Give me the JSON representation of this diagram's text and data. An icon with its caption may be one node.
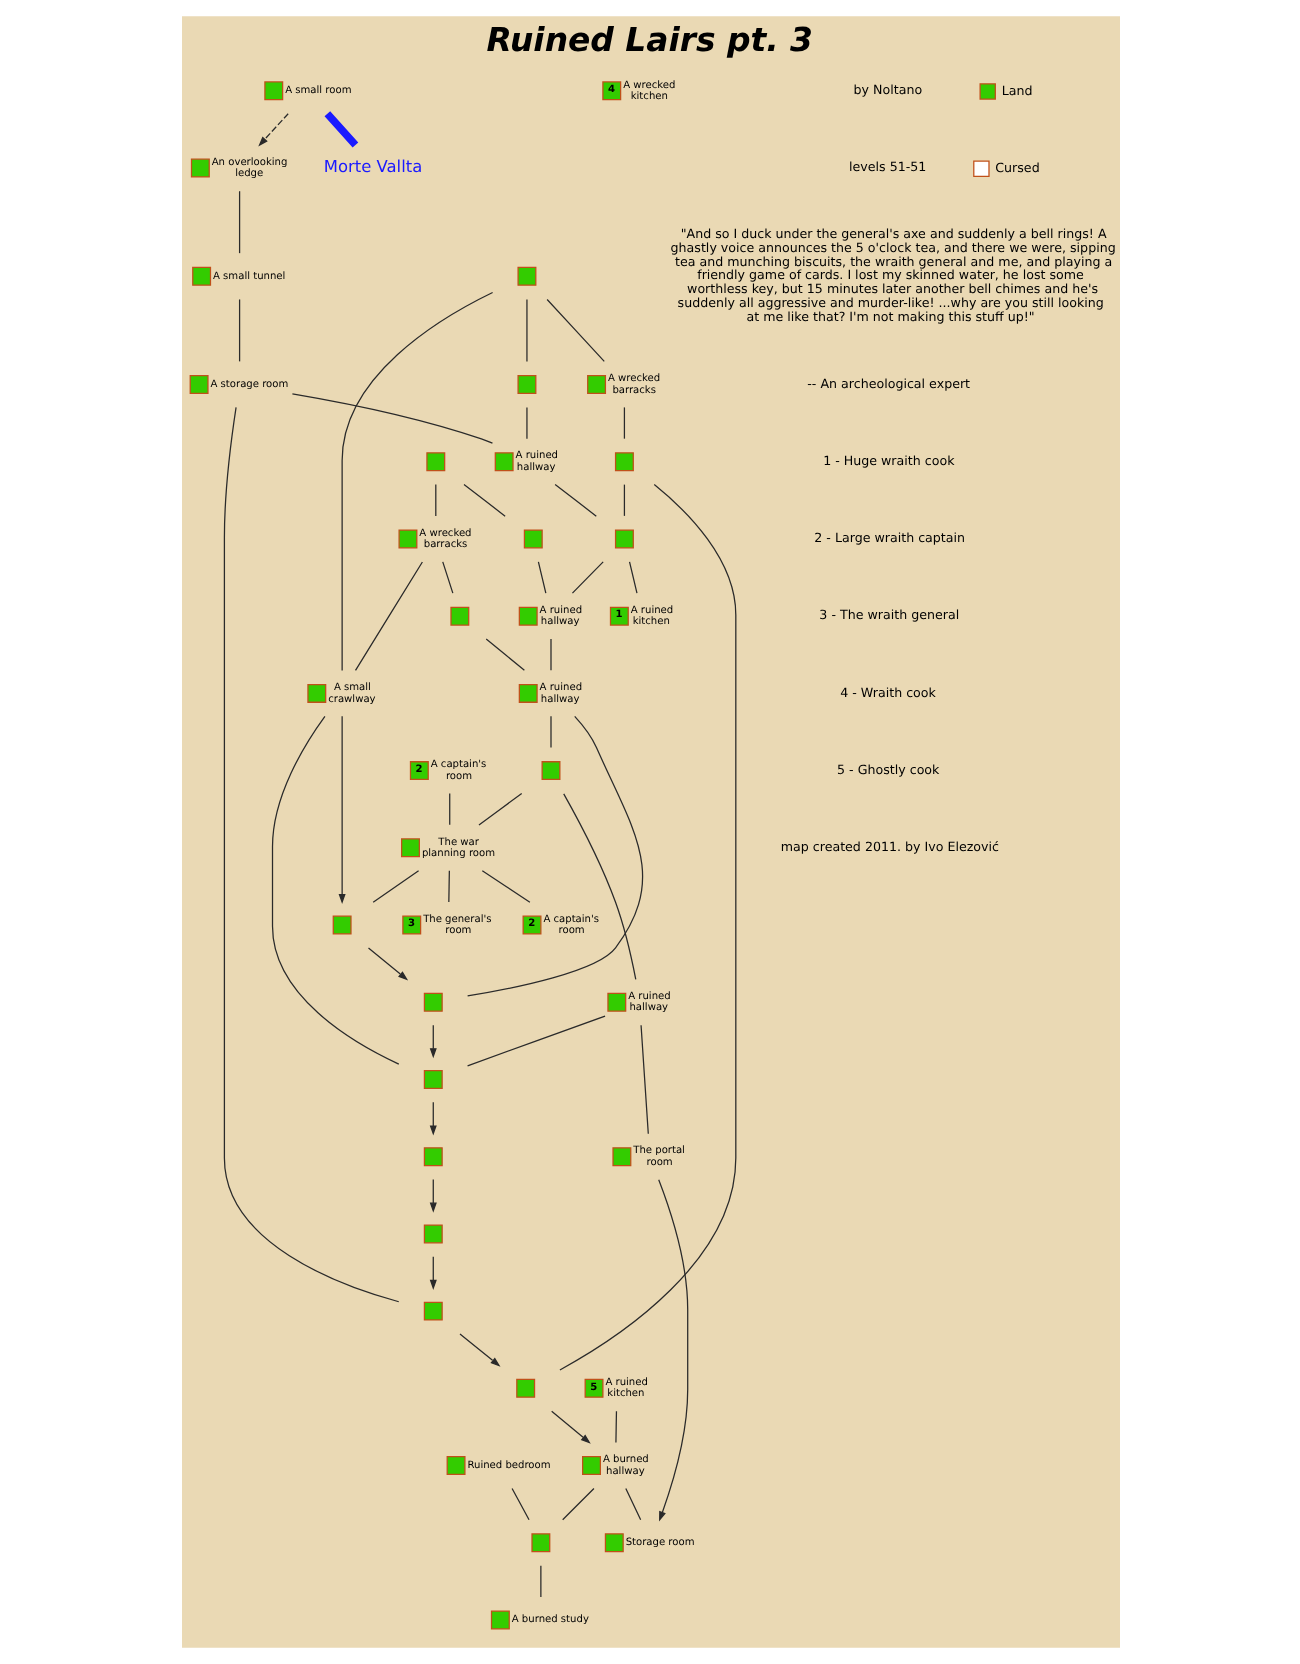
{
  "diagram": {
    "title": "Ruined Lairs pt. 3",
    "nodes": [
      {
        "text": [],
        "shape": "box",
        "beside": [
          "A small room"
        ]
      },
      {
        "text": [],
        "shape": "box",
        "beside": [
          "An overlooking ledge"
        ]
      },
      {
        "text": [],
        "shape": "box",
        "beside": [
          "A small tunnel"
        ]
      },
      {
        "text": [],
        "shape": "box",
        "beside": [
          "A storage room"
        ]
      },
      {
        "text": [],
        "shape": "box"
      },
      {
        "text": [],
        "shape": "box"
      },
      {
        "text": [],
        "shape": "box",
        "beside": [
          "A ruined hallway"
        ]
      },
      {
        "text": [],
        "shape": "box",
        "beside": [
          "A wrecked barracks"
        ]
      },
      {
        "text": [],
        "shape": "box"
      },
      {
        "text": [],
        "shape": "box"
      },
      {
        "text": [
          "1"
        ],
        "beside": [
          "A ruined kitchen"
        ]
      },
      {
        "text": [],
        "shape": "box"
      },
      {
        "text": [],
        "shape": "box"
      },
      {
        "text": [],
        "shape": "box",
        "beside": [
          "A ruined hallway"
        ]
      },
      {
        "text": [],
        "shape": "box",
        "beside": [
          "A wrecked barracks"
        ]
      },
      {
        "text": [],
        "shape": "box"
      },
      {
        "text": [],
        "shape": "box",
        "beside": [
          "A ruined hallway"
        ]
      },
      {
        "text": [
          "2"
        ],
        "beside": [
          "A captain's room"
        ]
      },
      {
        "text": [],
        "shape": "box"
      },
      {
        "text": [],
        "shape": "box",
        "beside": [
          "The war planning room"
        ]
      },
      {
        "text": [
          "3"
        ],
        "beside": [
          "The general's room"
        ]
      },
      {
        "text": [],
        "shape": "box",
        "beside": [
          "A ruined hallway"
        ]
      },
      {
        "text": [],
        "shape": "box",
        "beside": [
          "The portal room"
        ]
      },
      {
        "text": [
          "2"
        ],
        "beside": [
          "A captain's room"
        ]
      },
      {
        "text": [
          "4"
        ],
        "beside": [
          "A wrecked kitchen"
        ]
      },
      {
        "text": [],
        "shape": "box"
      },
      {
        "text": [],
        "shape": "box"
      },
      {
        "text": [],
        "shape": "box",
        "beside": [
          "A small crawlway"
        ]
      },
      {
        "text": [],
        "shape": "box"
      },
      {
        "text": [],
        "shape": "box"
      },
      {
        "text": [],
        "shape": "box"
      },
      {
        "text": [],
        "shape": "box"
      },
      {
        "text": [],
        "shape": "box"
      },
      {
        "text": [
          "5"
        ],
        "beside": [
          "A ruined kitchen"
        ]
      },
      {
        "text": [],
        "shape": "box",
        "beside": [
          "Ruined bedroom"
        ]
      },
      {
        "text": [],
        "shape": "box",
        "beside": [
          "A burned hallway"
        ]
      },
      {
        "text": [],
        "shape": "box"
      },
      {
        "text": [],
        "shape": "box",
        "beside": [
          "A burned study"
        ]
      },
      {
        "text": [],
        "shape": "box",
        "beside": [
          "Storage room"
        ]
      },
      {
        "text": [
          "Morte Vallta"
        ]
      }
    ],
    "edges": [
      {
        "from": 0,
        "to": 1,
        "arrow": "to",
        "style": "dashed"
      },
      {
        "from": 0,
        "to": 39,
        "arrow": "none",
        "style": "thick",
        "color": "#1a1aff"
      },
      {
        "from": 1,
        "to": 2,
        "arrow": "none"
      },
      {
        "from": 2,
        "to": 3,
        "arrow": "none"
      },
      {
        "from": 3,
        "to": 6,
        "arrow": "none"
      },
      {
        "from": 4,
        "to": 5,
        "arrow": "none"
      },
      {
        "from": 5,
        "to": 6,
        "arrow": "none"
      },
      {
        "from": 4,
        "to": 7,
        "arrow": "none"
      },
      {
        "from": 6,
        "to": 9,
        "arrow": "none"
      },
      {
        "from": 7,
        "to": 8,
        "arrow": "none"
      },
      {
        "from": 8,
        "to": 9,
        "arrow": "none"
      },
      {
        "from": 9,
        "to": 10,
        "arrow": "none"
      },
      {
        "from": 9,
        "to": 13,
        "arrow": "none"
      },
      {
        "from": 11,
        "to": 12,
        "arrow": "none"
      },
      {
        "from": 12,
        "to": 13,
        "arrow": "none"
      },
      {
        "from": 11,
        "to": 14,
        "arrow": "none"
      },
      {
        "from": 13,
        "to": 16,
        "arrow": "none"
      },
      {
        "from": 14,
        "to": 15,
        "arrow": "none"
      },
      {
        "from": 15,
        "to": 16,
        "arrow": "none"
      },
      {
        "from": 16,
        "to": 18,
        "arrow": "none"
      },
      {
        "from": 17,
        "to": 19,
        "arrow": "none"
      },
      {
        "from": 18,
        "to": 19,
        "arrow": "none"
      },
      {
        "from": 19,
        "to": 20,
        "arrow": "none"
      },
      {
        "from": 19,
        "to": 23,
        "arrow": "none"
      },
      {
        "from": 18,
        "to": 21,
        "arrow": "none"
      },
      {
        "from": 21,
        "to": 22,
        "arrow": "none"
      },
      {
        "from": 3,
        "to": 30,
        "arrow": "none"
      },
      {
        "from": 8,
        "to": 29,
        "arrow": "none"
      },
      {
        "from": 4,
        "to": 27,
        "arrow": "none"
      },
      {
        "from": 14,
        "to": 27,
        "arrow": "none"
      },
      {
        "from": 16,
        "to": 26,
        "arrow": "none"
      },
      {
        "from": 21,
        "to": 28,
        "arrow": "none"
      },
      {
        "from": 19,
        "to": 25,
        "arrow": "none"
      },
      {
        "from": 22,
        "to": 38,
        "arrow": "to"
      },
      {
        "from": 25,
        "to": 26,
        "arrow": "to"
      },
      {
        "from": 27,
        "to": 25,
        "arrow": "to"
      },
      {
        "from": 26,
        "to": 28,
        "arrow": "to"
      },
      {
        "from": 27,
        "to": 28,
        "arrow": "none"
      },
      {
        "from": 28,
        "to": 31,
        "arrow": "to"
      },
      {
        "from": 31,
        "to": 32,
        "arrow": "to"
      },
      {
        "from": 30,
        "to": 29,
        "arrow": "to"
      },
      {
        "from": 32,
        "to": 30,
        "arrow": "to"
      },
      {
        "from": 29,
        "to": 35,
        "arrow": "to"
      },
      {
        "from": 33,
        "to": 35,
        "arrow": "none"
      },
      {
        "from": 34,
        "to": 36,
        "arrow": "none"
      },
      {
        "from": 35,
        "to": 36,
        "arrow": "none"
      },
      {
        "from": 36,
        "to": 37,
        "arrow": "none"
      },
      {
        "from": 35,
        "to": 38,
        "arrow": "none"
      }
    ],
    "labels": [
      "by Noltano",
      "levels 51-51",
      "\"And so I duck under the general's axe and suddenly a bell rings! A ghastly voice announces the 5 o'clock tea, and there we were, sipping tea and munching biscuits, the wraith general and me, and playing a friendly game of cards. I lost my skinned water, he lost some worthless key, but 15 minutes later another bell chimes and he's suddenly all aggressive and murder-like! ...why are you still looking at me like that? I'm not making this stuff up!\"",
      "-- An archeological expert",
      "1 - Huge wraith cook",
      "2 - Large wraith captain",
      "3 - The wraith general",
      "4 - Wraith cook",
      "5 - Ghostly cook",
      "map created 2011. by Ivo Elezović"
    ],
    "legend": [
      {
        "text": "Land",
        "color": "#33cc00"
      },
      {
        "text": "Cursed",
        "color": "#ffffff"
      }
    ]
  }
}
